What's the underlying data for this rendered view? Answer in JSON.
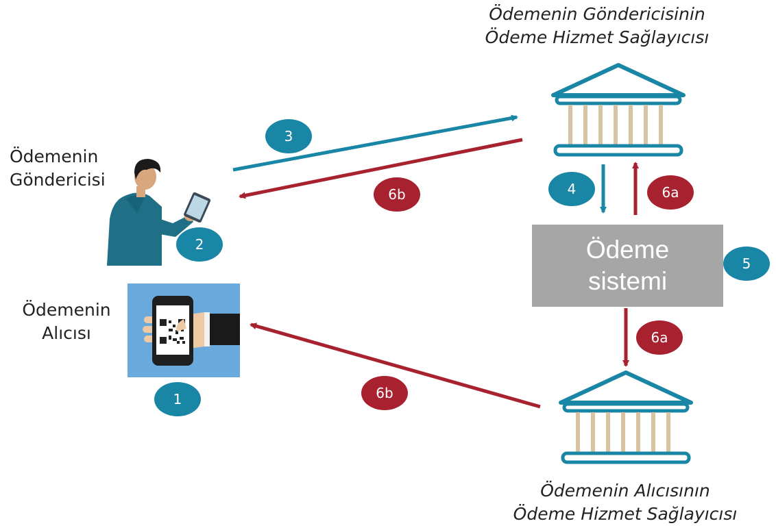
{
  "colors": {
    "teal": "#1a86a5",
    "red": "#a8212f",
    "grey_box": "#a6a6a6",
    "bank_blue": "#1a86a5",
    "bank_column": "#d8c4a3",
    "person_dark": "#1f6f86",
    "qr_bg": "#69a9dc"
  },
  "icons": {
    "sender": "person-with-tablet-icon",
    "receiver": "phone-qr-code-icon",
    "bank": "bank-building-icon"
  },
  "labels": {
    "sender_psp": [
      "Ödemenin Göndericisinin",
      "Ödeme Hizmet Sağlayıcısı"
    ],
    "receiver_psp": [
      "Ödemenin Alıcısının",
      "Ödeme Hizmet Sağlayıcısı"
    ],
    "sender": [
      "Ödemenin",
      "Göndericisi"
    ],
    "receiver": [
      "Ödemenin",
      "Alıcısı"
    ],
    "payment_system": [
      "Ödeme",
      "sistemi"
    ]
  },
  "steps": {
    "s1": "1",
    "s2": "2",
    "s3": "3",
    "s4": "4",
    "s5": "5",
    "s6a_top": "6a",
    "s6a_bottom": "6a",
    "s6b_top": "6b",
    "s6b_bottom": "6b"
  }
}
